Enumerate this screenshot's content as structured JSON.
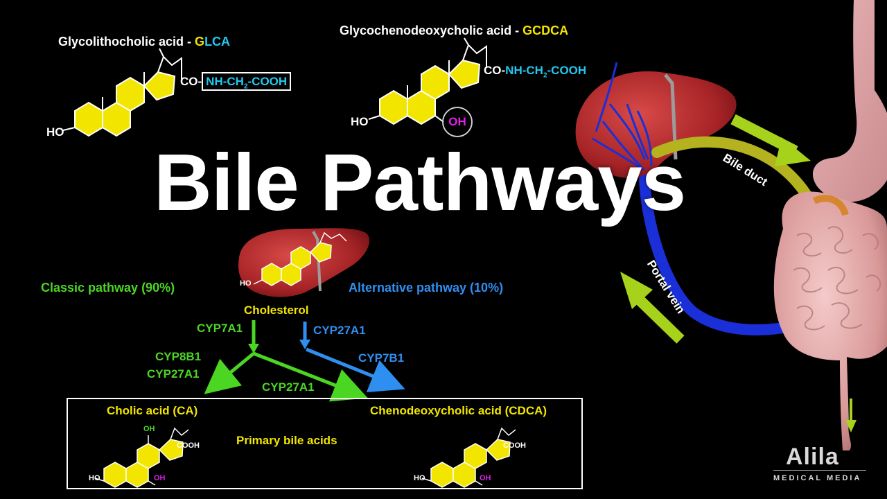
{
  "colors": {
    "background": "#000000",
    "ring_yellow": "#f2e600",
    "cyan": "#22c8ef",
    "green": "#4cd624",
    "blue": "#2f8ff0",
    "magenta": "#e020e8",
    "arrow_lime": "#a6d21c",
    "liver_red": "#b32b2e",
    "intestine_pink": "#e9b2b1"
  },
  "title": "Bile Pathways",
  "glca": {
    "name": "Glycolithocholic acid - ",
    "abbr_start": "G",
    "abbr_rest": "LCA",
    "side_chain_prefix": "CO-",
    "side_chain_boxed": "NH-CH",
    "subscript": "2",
    "side_chain_end": "-COOH",
    "ho": "HO"
  },
  "gcdca": {
    "name": "Glycochenodeoxycholic acid - ",
    "abbr_start": "G",
    "abbr_rest": "CDCA",
    "side_chain_prefix": "CO-",
    "side_chain_cyan": "NH-CH",
    "subscript": "2",
    "side_chain_end": "-COOH",
    "ho": "HO",
    "oh": "OH"
  },
  "anatomy": {
    "bile_duct": "Bile duct",
    "portal_vein": "Portal vein"
  },
  "pathways": {
    "classic": "Classic pathway (90%)",
    "alternative": "Alternative pathway (10%)",
    "cholesterol": "Cholesterol",
    "liver_ho": "HO",
    "enzyme_cyp7a1": "CYP7A1",
    "enzyme_cyp8b1": "CYP8B1",
    "enzyme_cyp27a1_left": "CYP27A1",
    "enzyme_cyp27a1_mid": "CYP27A1",
    "enzyme_cyp27a1_alt": "CYP27A1",
    "enzyme_cyp7b1": "CYP7B1"
  },
  "primary": {
    "heading": "Primary bile acids",
    "cholic": "Cholic acid (CA)",
    "chenodeoxycholic": "Chenodeoxycholic acid (CDCA)",
    "cholic_oh_top": "OH",
    "cholic_oh_bottom": "OH",
    "cholic_ho": "HO",
    "cholic_cooh": "COOH",
    "cdca_oh": "OH",
    "cdca_ho": "HO",
    "cdca_cooh": "COOH"
  },
  "logo": {
    "name": "Alila",
    "sub": "MEDICAL MEDIA"
  }
}
